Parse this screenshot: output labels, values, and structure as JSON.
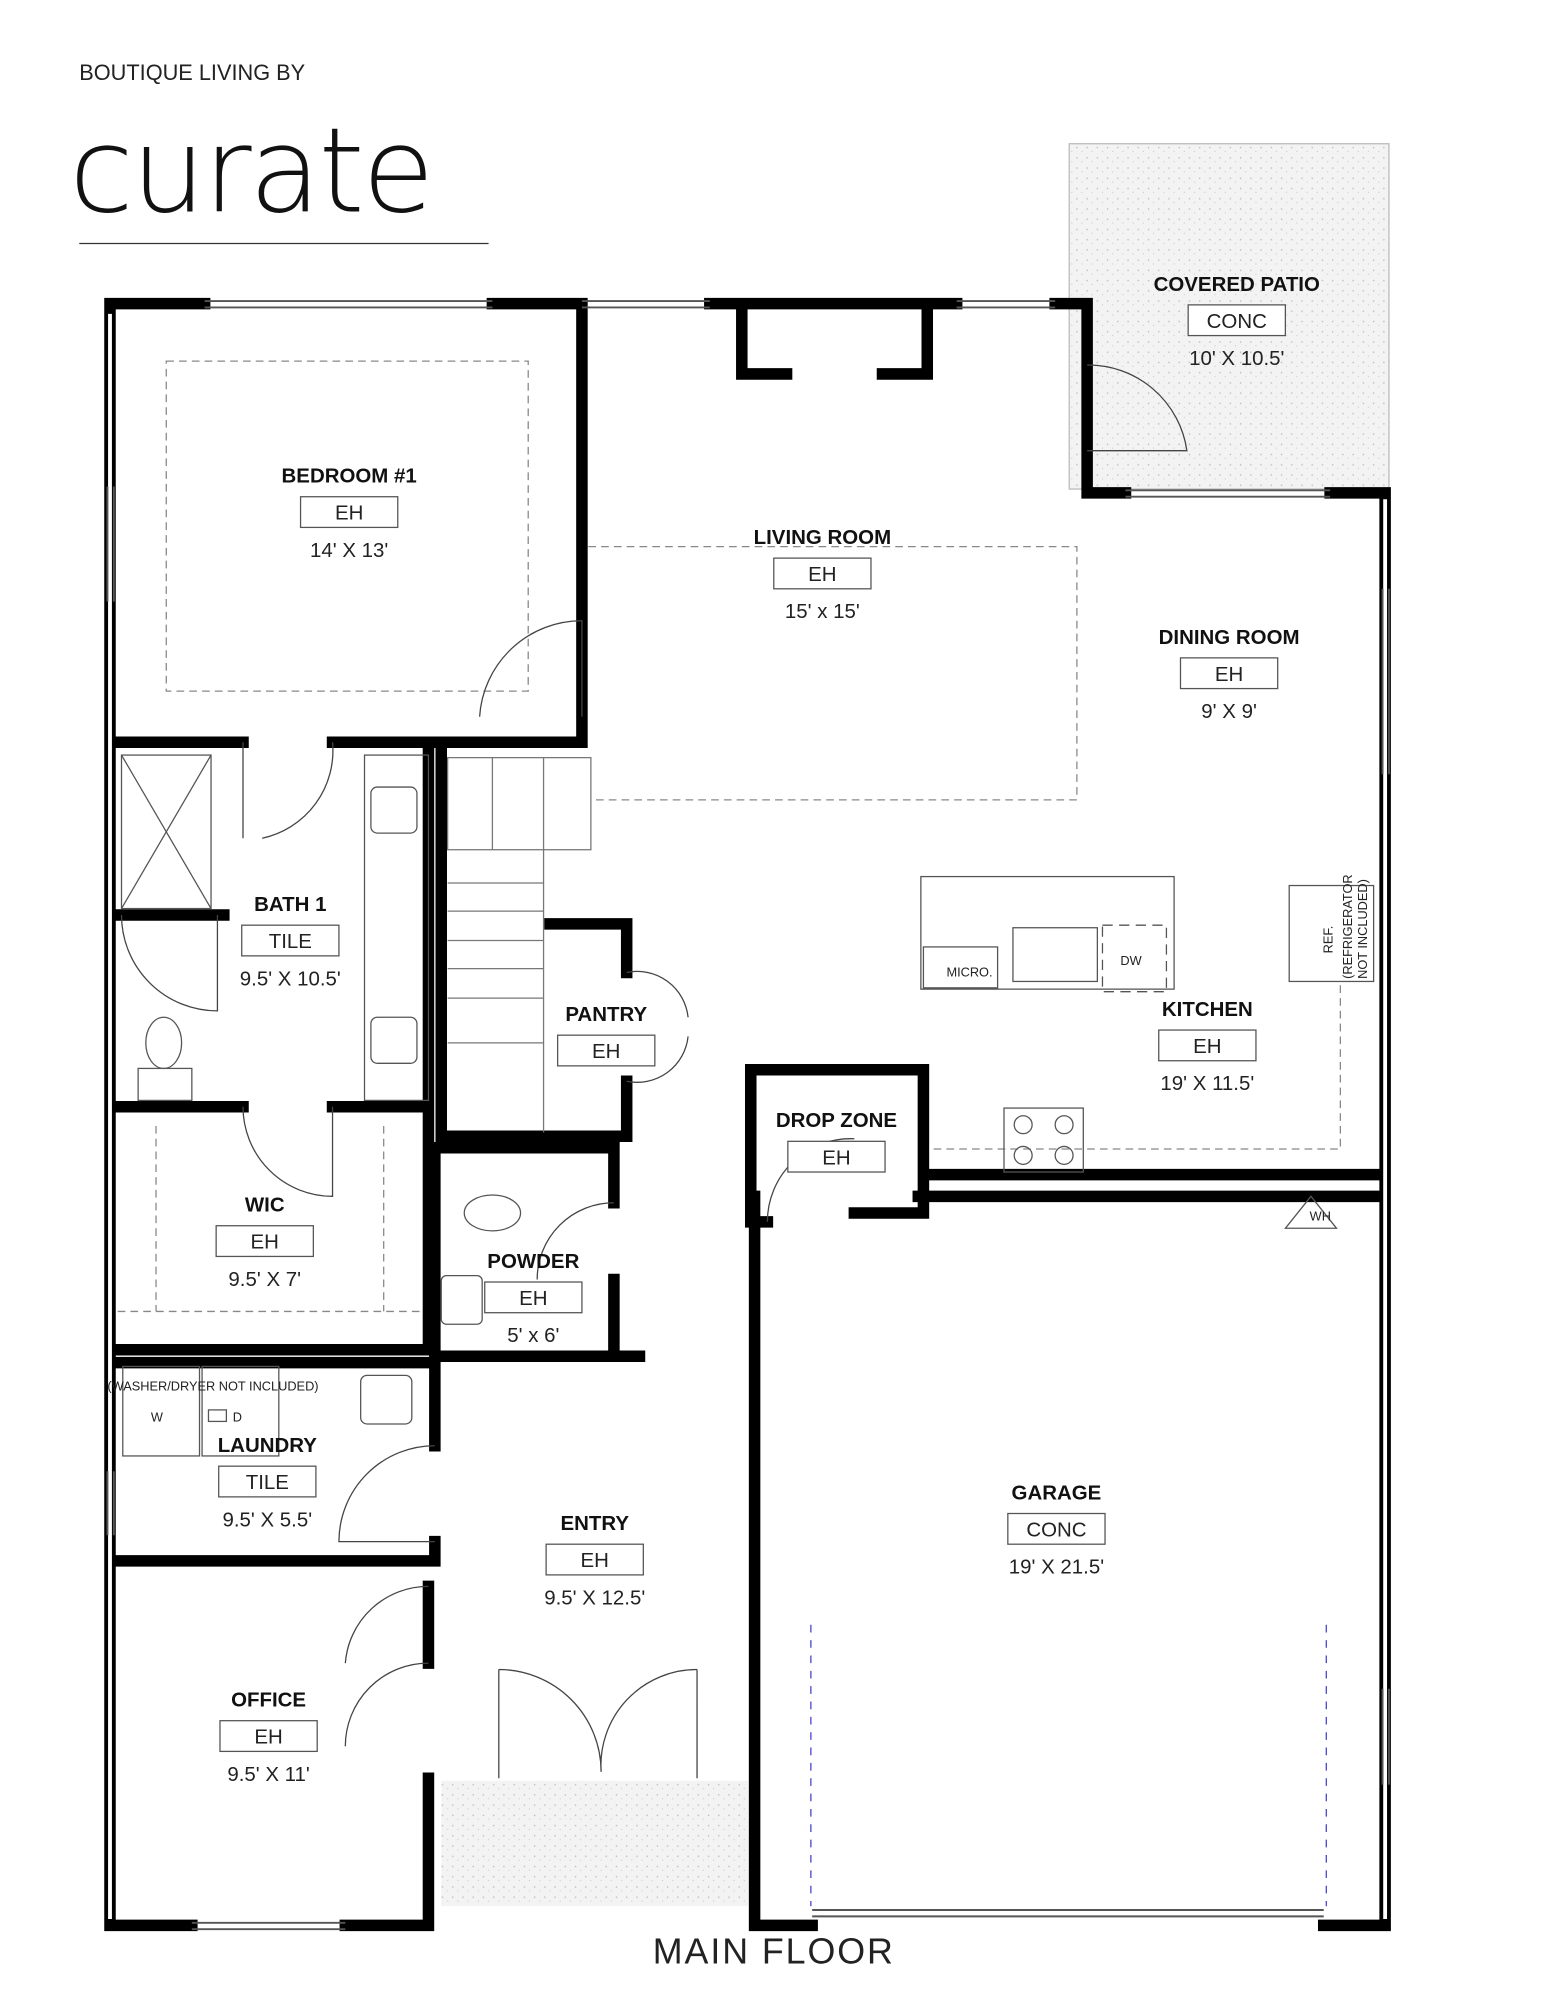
{
  "brand": {
    "tagline": "BOUTIQUE LIVING BY",
    "logo": "curate"
  },
  "floor_title": "MAIN FLOOR",
  "rooms": [
    {
      "name": "BEDROOM #1",
      "finish": "EH",
      "size": "14' X 13'"
    },
    {
      "name": "LIVING ROOM",
      "finish": "EH",
      "size": "15' x 15'"
    },
    {
      "name": "COVERED PATIO",
      "finish": "CONC",
      "size": "10' X 10.5'"
    },
    {
      "name": "DINING ROOM",
      "finish": "EH",
      "size": "9' X 9'"
    },
    {
      "name": "KITCHEN",
      "finish": "EH",
      "size": "19' X 11.5'"
    },
    {
      "name": "BATH 1",
      "finish": "TILE",
      "size": "9.5' X 10.5'"
    },
    {
      "name": "PANTRY",
      "finish": "EH",
      "size": ""
    },
    {
      "name": "DROP ZONE",
      "finish": "EH",
      "size": ""
    },
    {
      "name": "WIC",
      "finish": "EH",
      "size": "9.5' X 7'"
    },
    {
      "name": "POWDER",
      "finish": "EH",
      "size": "5' x 6'"
    },
    {
      "name": "LAUNDRY",
      "finish": "TILE",
      "size": "9.5' X 5.5'"
    },
    {
      "name": "ENTRY",
      "finish": "EH",
      "size": "9.5' X 12.5'"
    },
    {
      "name": "GARAGE",
      "finish": "CONC",
      "size": "19' X 21.5'"
    },
    {
      "name": "OFFICE",
      "finish": "EH",
      "size": "9.5' X 11'"
    }
  ],
  "fixtures": {
    "micro": "MICRO.",
    "dishwasher": "DW",
    "ref": "REF.",
    "ref_note_1": "(REFRIGERATOR",
    "ref_note_2": "NOT INCLUDED)",
    "water_heater": "WH",
    "washer": "W",
    "dryer": "D",
    "washer_dryer_note": "(WASHER/DRYER NOT INCLUDED)"
  }
}
